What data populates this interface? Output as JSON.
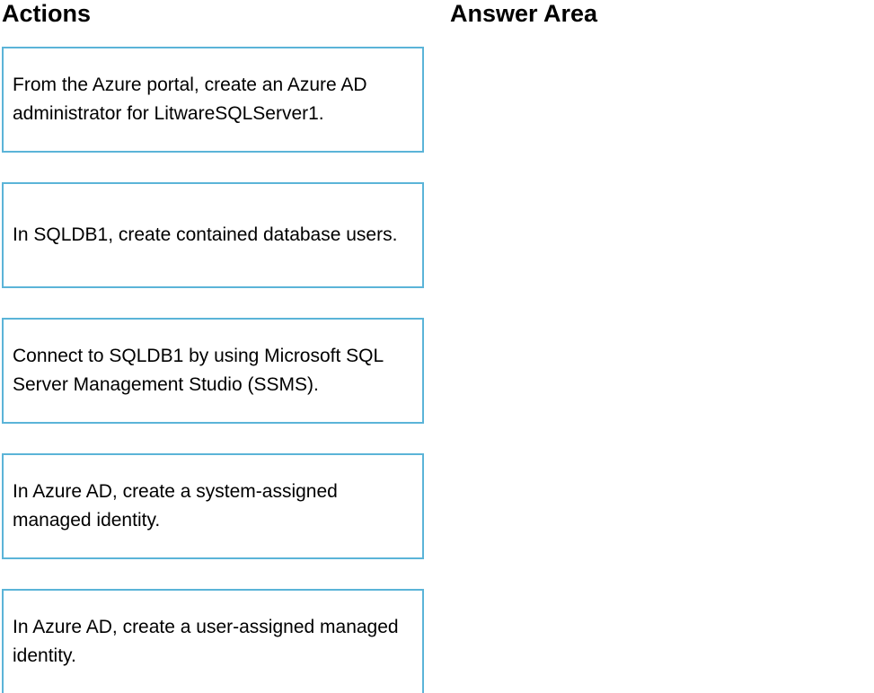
{
  "page": {
    "actions_heading": "Actions",
    "answer_area_heading": "Answer Area"
  },
  "actions": {
    "items": [
      "From the Azure portal, create an Azure AD administrator for LitwareSQLServer1.",
      "In SQLDB1, create contained database users.",
      "Connect to SQLDB1 by using Microsoft SQL Server Management Studio (SSMS).",
      "In Azure AD, create a system-assigned managed identity.",
      "In Azure AD, create a user-assigned managed identity."
    ]
  },
  "answer_area": {
    "items": []
  },
  "colors": {
    "box_border": "#5bb4d8",
    "text": "#000000",
    "background": "#ffffff"
  }
}
